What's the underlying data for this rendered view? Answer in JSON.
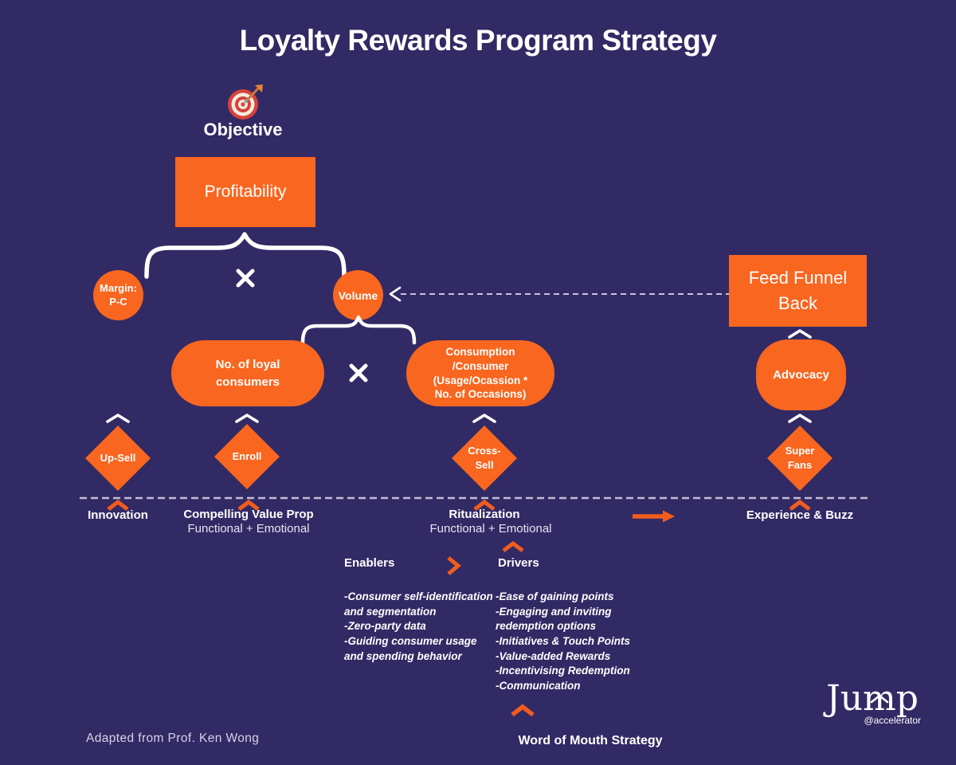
{
  "title": "Loyalty Rewards Program Strategy",
  "colors": {
    "background": "#322A65",
    "orange": "#F8661F",
    "white": "#FFFFFF",
    "target_red": "#D7413D",
    "target_cream": "#F2ECDA",
    "dashed_line": "#C6C2D9",
    "muted_text": "#E8E5F2"
  },
  "objective": {
    "icon": "target-icon",
    "label": "Objective"
  },
  "nodes": {
    "profitability": "Profitability",
    "margin": "Margin:\nP-C",
    "volume": "Volume",
    "feed_funnel_back": "Feed Funnel\nBack",
    "loyal_consumers": "No. of loyal\nconsumers",
    "consumption": "Consumption\n/Consumer\n(Usage/Ocassion *\nNo. of Occasions)",
    "advocacy": "Advocacy"
  },
  "icons": {
    "multiply": "multiply-icon",
    "chevron_up_white": "chevron-up-icon",
    "chevron_up_orange": "chevron-up-icon",
    "chevron_right_orange": "chevron-right-icon",
    "arrow_right": "arrow-right-icon",
    "dashed_arrow_left": "dashed-arrow-left-icon"
  },
  "diamonds": [
    {
      "label": "Up-Sell"
    },
    {
      "label": "Enroll"
    },
    {
      "label": "Cross-\nSell"
    },
    {
      "label": "Super\nFans"
    }
  ],
  "foundations": [
    {
      "label": "Innovation"
    },
    {
      "label": "Compelling Value Prop",
      "sublabel": "Functional + Emotional"
    },
    {
      "label": "Ritualization",
      "sublabel": "Functional + Emotional"
    },
    {
      "label": "Experience & Buzz"
    }
  ],
  "enablers": {
    "heading": "Enablers",
    "items": [
      "-Consumer self-identification and segmentation",
      "-Zero-party data",
      "-Guiding consumer usage and spending behavior"
    ]
  },
  "drivers": {
    "heading": "Drivers",
    "items": [
      "-Ease of gaining points",
      "-Engaging and inviting redemption options",
      "-Initiatives & Touch Points",
      "-Value-added Rewards",
      "-Incentivising Redemption",
      "-Communication"
    ]
  },
  "word_of_mouth": "Word of Mouth Strategy",
  "credit": "Adapted from Prof. Ken Wong",
  "logo": {
    "name": "Jump",
    "subtext": "@accelerator"
  }
}
